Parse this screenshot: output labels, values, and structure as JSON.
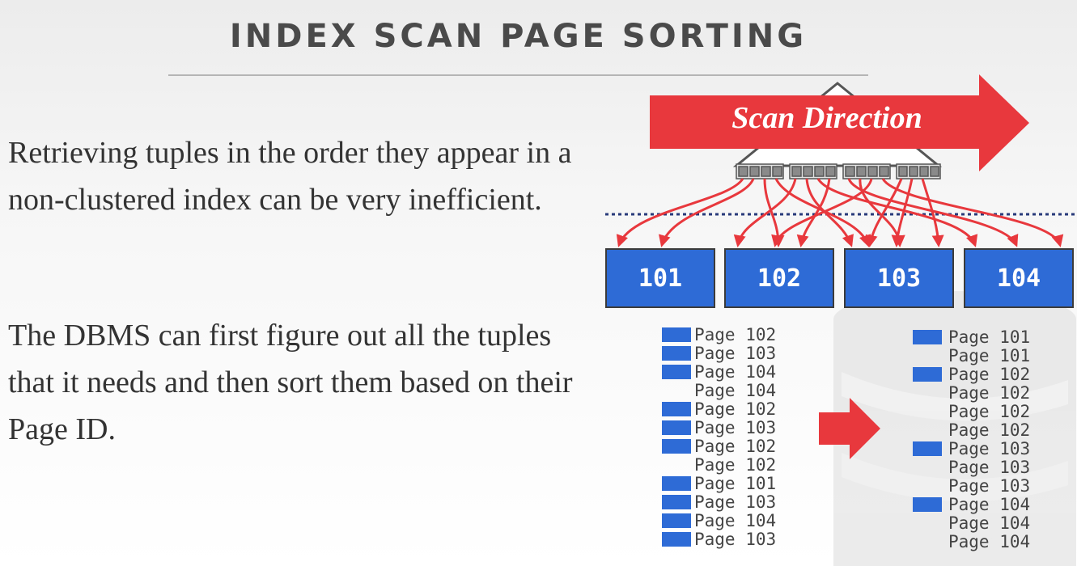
{
  "slide": {
    "title": "INDEX SCAN PAGE SORTING",
    "paragraphs": [
      "Retrieving tuples in the order they appear in a non-clustered index can be very inefficient.",
      "The DBMS can first figure out all the tuples that it needs and then sort them based on their Page ID."
    ]
  },
  "diagram": {
    "scan_label": "Scan Direction",
    "pages": [
      "101",
      "102",
      "103",
      "104"
    ],
    "unsorted_tuples": [
      {
        "label": "Page 102",
        "marked": true
      },
      {
        "label": "Page 103",
        "marked": true
      },
      {
        "label": "Page 104",
        "marked": true
      },
      {
        "label": "Page 104",
        "marked": false
      },
      {
        "label": "Page 102",
        "marked": true
      },
      {
        "label": "Page 103",
        "marked": true
      },
      {
        "label": "Page 102",
        "marked": true
      },
      {
        "label": "Page 102",
        "marked": false
      },
      {
        "label": "Page 101",
        "marked": true
      },
      {
        "label": "Page 103",
        "marked": true
      },
      {
        "label": "Page 104",
        "marked": true
      },
      {
        "label": "Page 103",
        "marked": true
      }
    ],
    "sorted_tuples": [
      {
        "label": "Page 101",
        "marked": true
      },
      {
        "label": "Page 101",
        "marked": false
      },
      {
        "label": "Page 102",
        "marked": true
      },
      {
        "label": "Page 102",
        "marked": false
      },
      {
        "label": "Page 102",
        "marked": false
      },
      {
        "label": "Page 102",
        "marked": false
      },
      {
        "label": "Page 103",
        "marked": true
      },
      {
        "label": "Page 103",
        "marked": false
      },
      {
        "label": "Page 103",
        "marked": false
      },
      {
        "label": "Page 104",
        "marked": true
      },
      {
        "label": "Page 104",
        "marked": false
      },
      {
        "label": "Page 104",
        "marked": false
      }
    ],
    "colors": {
      "arrow_red": "#e8383d",
      "page_blue": "#2e6bd6",
      "node_gray": "#8a8a8a",
      "text_dark": "#333333"
    }
  }
}
